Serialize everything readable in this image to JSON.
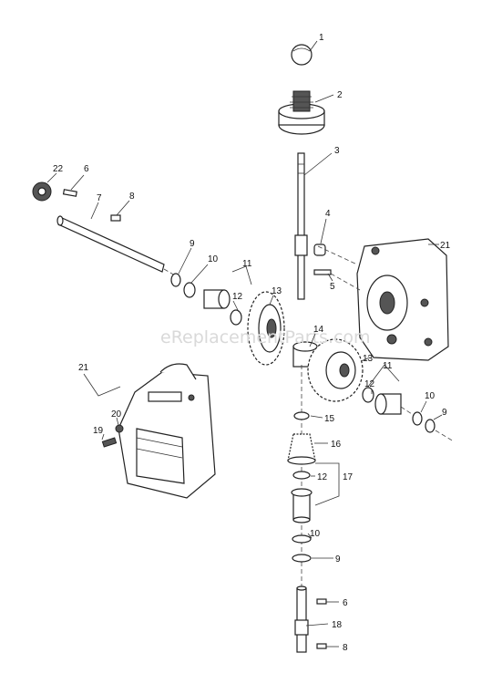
{
  "watermark": "eReplacementParts.com",
  "callouts": [
    {
      "id": "c1",
      "label": "1"
    },
    {
      "id": "c2",
      "label": "2"
    },
    {
      "id": "c3",
      "label": "3"
    },
    {
      "id": "c4",
      "label": "4"
    },
    {
      "id": "c5",
      "label": "5"
    },
    {
      "id": "c21a",
      "label": "21"
    },
    {
      "id": "c22",
      "label": "22"
    },
    {
      "id": "c6a",
      "label": "6"
    },
    {
      "id": "c7",
      "label": "7"
    },
    {
      "id": "c8a",
      "label": "8"
    },
    {
      "id": "c9a",
      "label": "9"
    },
    {
      "id": "c10a",
      "label": "10"
    },
    {
      "id": "c11a",
      "label": "11"
    },
    {
      "id": "c12a",
      "label": "12"
    },
    {
      "id": "c13a",
      "label": "13"
    },
    {
      "id": "c14",
      "label": "14"
    },
    {
      "id": "c13b",
      "label": "13"
    },
    {
      "id": "c11b",
      "label": "11"
    },
    {
      "id": "c12b",
      "label": "12"
    },
    {
      "id": "c10b",
      "label": "10"
    },
    {
      "id": "c9b",
      "label": "9"
    },
    {
      "id": "c21b",
      "label": "21"
    },
    {
      "id": "c20",
      "label": "20"
    },
    {
      "id": "c19",
      "label": "19"
    },
    {
      "id": "c15",
      "label": "15"
    },
    {
      "id": "c16",
      "label": "16"
    },
    {
      "id": "c12c",
      "label": "12"
    },
    {
      "id": "c17",
      "label": "17"
    },
    {
      "id": "c10c",
      "label": "10"
    },
    {
      "id": "c9c",
      "label": "9"
    },
    {
      "id": "c6b",
      "label": "6"
    },
    {
      "id": "c18",
      "label": "18"
    },
    {
      "id": "c8b",
      "label": "8"
    }
  ]
}
